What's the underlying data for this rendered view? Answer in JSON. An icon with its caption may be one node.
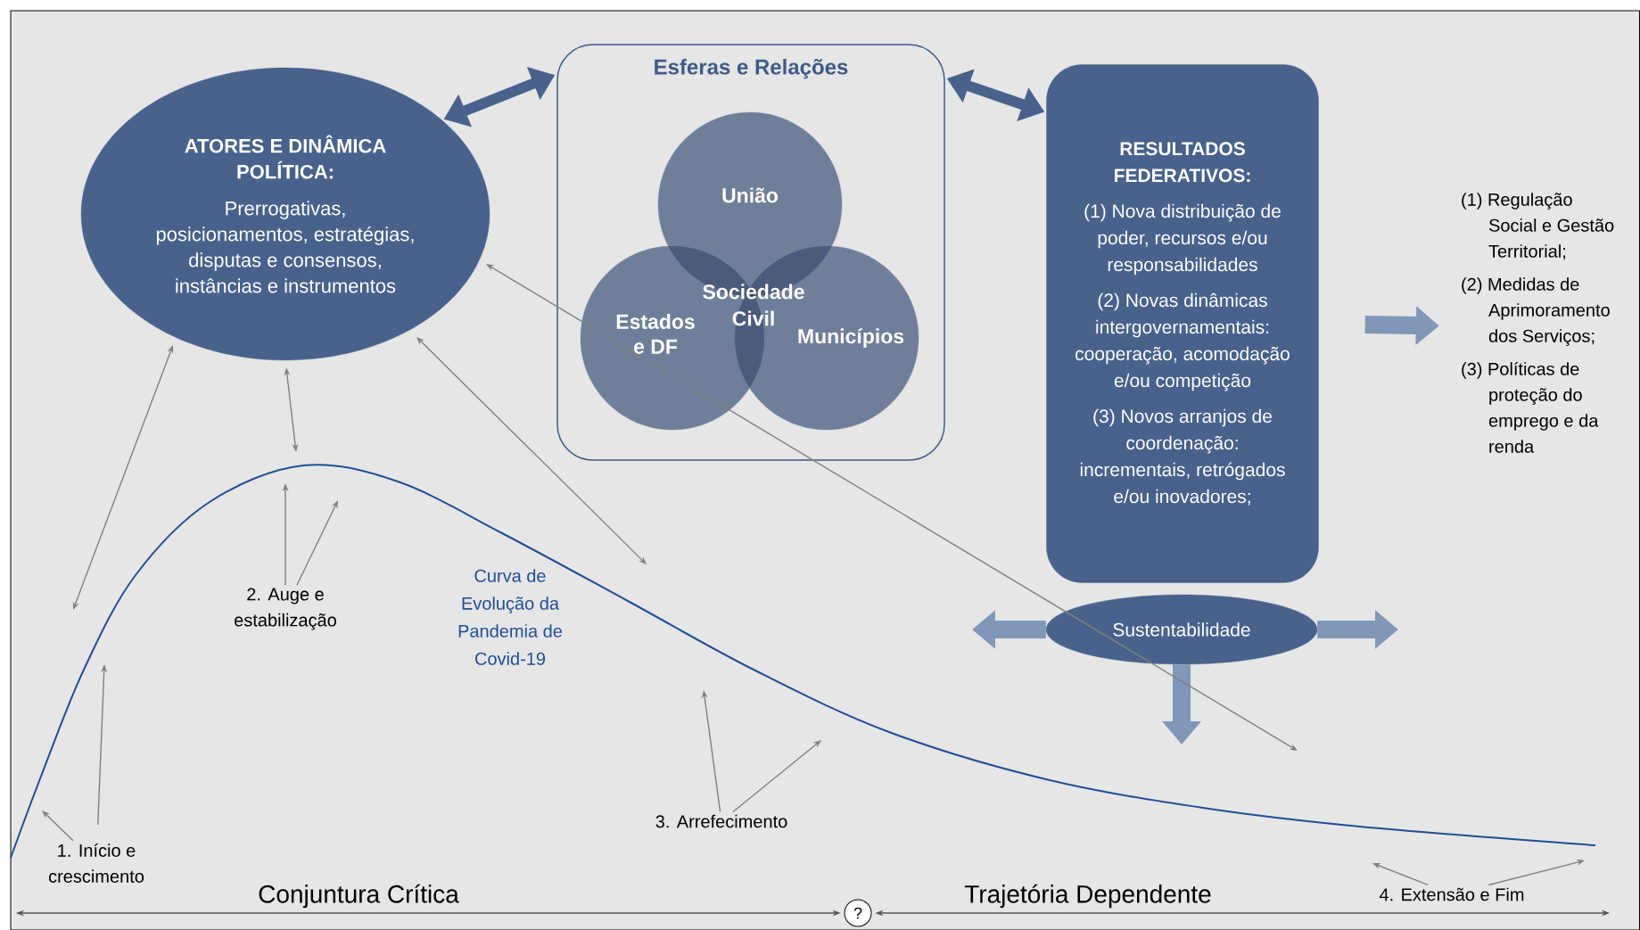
{
  "diagram": {
    "nodes": [
      {
        "text": [
          "ATORES E DINÂMICA POLÍTICA:",
          "Prerrogativas, posicionamentos, estratégias, disputas e consensos, instâncias e instrumentos"
        ]
      },
      {
        "text": [
          "Esferas e Relações"
        ]
      },
      {
        "text": [
          "União"
        ],
        "in": 1
      },
      {
        "text": [
          "Estados e DF"
        ],
        "in": 1
      },
      {
        "text": [
          "Municípios"
        ],
        "in": 1
      },
      {
        "text": [
          "RESULTADOS FEDERATIVOS:",
          "(1) Nova distribuição de poder, recursos e/ou responsabilidades",
          "(2) Novas dinâmicas intergovernamentais: cooperação, acomodação e/ou competição",
          "(3) Novos arranjos de coordenação: incrementais, retrógados e/ou inovadores;"
        ]
      },
      {
        "text": [
          "Sustentabilidade"
        ]
      },
      {
        "text": [
          "(1) Regulação Social e Gestão Territorial;",
          "(2) Medidas de Aprimoramento dos Serviços;",
          "(3) Políticas de proteção do emprego e da renda"
        ]
      },
      {
        "text": [
          "1. Início e crescimento"
        ]
      },
      {
        "text": [
          "2. Auge e estabilização"
        ]
      },
      {
        "text": [
          "3. Arrefecimento"
        ]
      },
      {
        "text": [
          "4. Extensão e Fim"
        ]
      },
      {
        "text": [
          "?"
        ]
      }
    ],
    "edges": [
      {
        "from": 0,
        "to": 1,
        "arrow": "both",
        "style": "thick",
        "color": "#48628c"
      },
      {
        "from": 1,
        "to": 5,
        "arrow": "both",
        "style": "thick",
        "color": "#48628c"
      },
      {
        "from": 5,
        "to": 7,
        "arrow": "to",
        "style": "thick",
        "color": "#8097b8"
      },
      {
        "from": 6,
        "to": null,
        "arrow": "to",
        "style": "thick",
        "color": "#8097b8"
      },
      {
        "from": 6,
        "to": null,
        "arrow": "to",
        "style": "thick",
        "color": "#8097b8"
      },
      {
        "from": 6,
        "to": null,
        "arrow": "to",
        "style": "thick",
        "color": "#8097b8"
      },
      {
        "from": 0,
        "to": null,
        "arrow": "both"
      },
      {
        "from": 0,
        "to": null,
        "arrow": "both"
      },
      {
        "from": 0,
        "to": null,
        "arrow": "both"
      },
      {
        "from": 0,
        "to": null,
        "arrow": "both"
      },
      {
        "from": 8,
        "to": null,
        "arrow": "to"
      },
      {
        "from": 8,
        "to": null,
        "arrow": "to"
      },
      {
        "from": 9,
        "to": null,
        "arrow": "to"
      },
      {
        "from": 9,
        "to": null,
        "arrow": "to"
      },
      {
        "from": 10,
        "to": null,
        "arrow": "to"
      },
      {
        "from": 10,
        "to": null,
        "arrow": "to"
      },
      {
        "from": 11,
        "to": null,
        "arrow": "to"
      },
      {
        "from": 11,
        "to": null,
        "arrow": "to"
      },
      {
        "from": 12,
        "to": null,
        "arrow": "both",
        "color": "#555555"
      },
      {
        "from": 12,
        "to": null,
        "arrow": "both",
        "color": "#555555"
      }
    ],
    "labels": [
      "Sociedade Civil",
      "Curva de Evolução da Pandemia de Covid-19",
      "Conjuntura Crítica",
      "Trajetória Dependente"
    ]
  }
}
